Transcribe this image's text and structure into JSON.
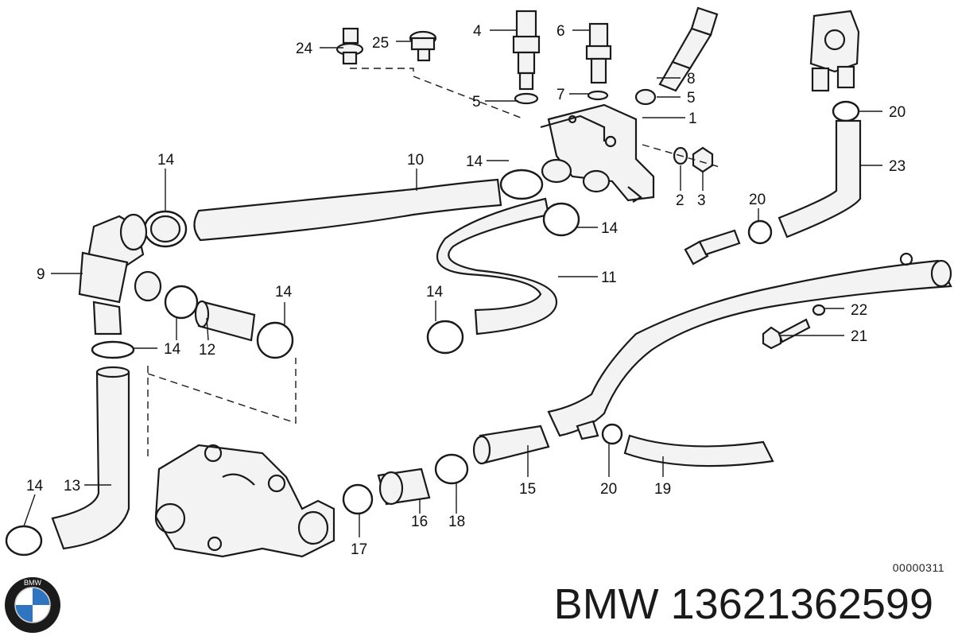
{
  "diagram": {
    "part_labels": [
      {
        "id": "1",
        "text": "1"
      },
      {
        "id": "2",
        "text": "2"
      },
      {
        "id": "3",
        "text": "3"
      },
      {
        "id": "4",
        "text": "4"
      },
      {
        "id": "5a",
        "text": "5"
      },
      {
        "id": "5b",
        "text": "5"
      },
      {
        "id": "6",
        "text": "6"
      },
      {
        "id": "7",
        "text": "7"
      },
      {
        "id": "8",
        "text": "8"
      },
      {
        "id": "9",
        "text": "9"
      },
      {
        "id": "10",
        "text": "10"
      },
      {
        "id": "11",
        "text": "11"
      },
      {
        "id": "12",
        "text": "12"
      },
      {
        "id": "13",
        "text": "13"
      },
      {
        "id": "14a",
        "text": "14"
      },
      {
        "id": "14b",
        "text": "14"
      },
      {
        "id": "14c",
        "text": "14"
      },
      {
        "id": "14d",
        "text": "14"
      },
      {
        "id": "14e",
        "text": "14"
      },
      {
        "id": "14f",
        "text": "14"
      },
      {
        "id": "14g",
        "text": "14"
      },
      {
        "id": "15",
        "text": "15"
      },
      {
        "id": "16",
        "text": "16"
      },
      {
        "id": "17",
        "text": "17"
      },
      {
        "id": "18",
        "text": "18"
      },
      {
        "id": "19",
        "text": "19"
      },
      {
        "id": "20a",
        "text": "20"
      },
      {
        "id": "20b",
        "text": "20"
      },
      {
        "id": "20c",
        "text": "20"
      },
      {
        "id": "21",
        "text": "21"
      },
      {
        "id": "22",
        "text": "22"
      },
      {
        "id": "23",
        "text": "23"
      },
      {
        "id": "24",
        "text": "24"
      },
      {
        "id": "25",
        "text": "25"
      }
    ]
  },
  "footer": {
    "doc_code": "00000311",
    "part_title": "BMW 13621362599",
    "logo_letters": "BMW",
    "logo_icon": "bmw-roundel-icon"
  },
  "colors": {
    "ink": "#1a1a1a",
    "background": "#ffffff",
    "logo_blue": "#2f74c0"
  }
}
